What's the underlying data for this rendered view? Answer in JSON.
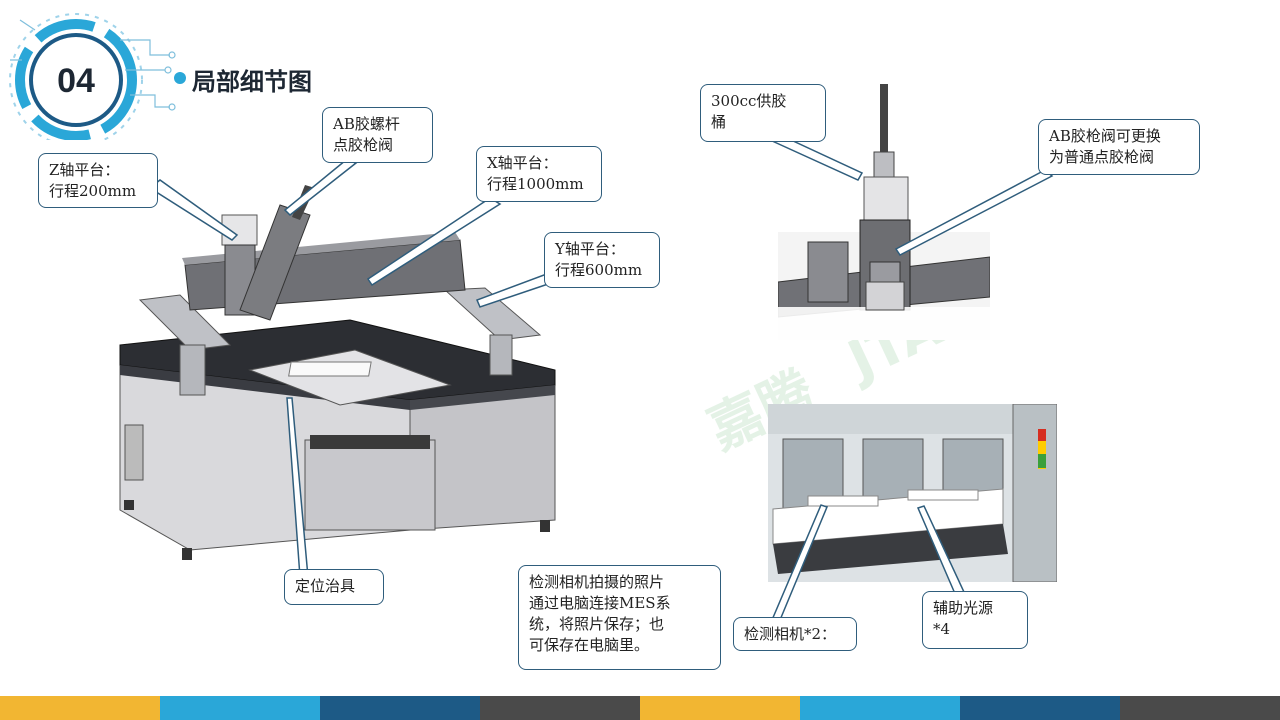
{
  "header": {
    "number": "04",
    "title": "局部细节图"
  },
  "callouts": {
    "z_platform": "Z轴平台：\n行程200mm",
    "ab_valve": "AB胶螺杆\n点胶枪阀",
    "x_platform": "X轴平台：\n行程1000mm",
    "y_platform": "Y轴平台：\n行程600mm",
    "fixture": "定位治具",
    "camera_note": "检测相机拍摄的照片\n通过电脑连接MES系\n统，将照片保存；也\n可保存在电脑里。",
    "camera": "检测相机*2：",
    "light": "辅助光源\n*4",
    "glue_barrel": "300cc供胶\n桶",
    "valve_swap": "AB胶枪阀可更换\n为普通点胶枪阀"
  },
  "colors": {
    "accent": "#2f5d7c",
    "stripes": [
      "#f2b632",
      "#2aa7d8",
      "#1d5a86",
      "#4a4a4a",
      "#f2b632",
      "#2aa7d8",
      "#1d5a86",
      "#4a4a4a"
    ]
  }
}
